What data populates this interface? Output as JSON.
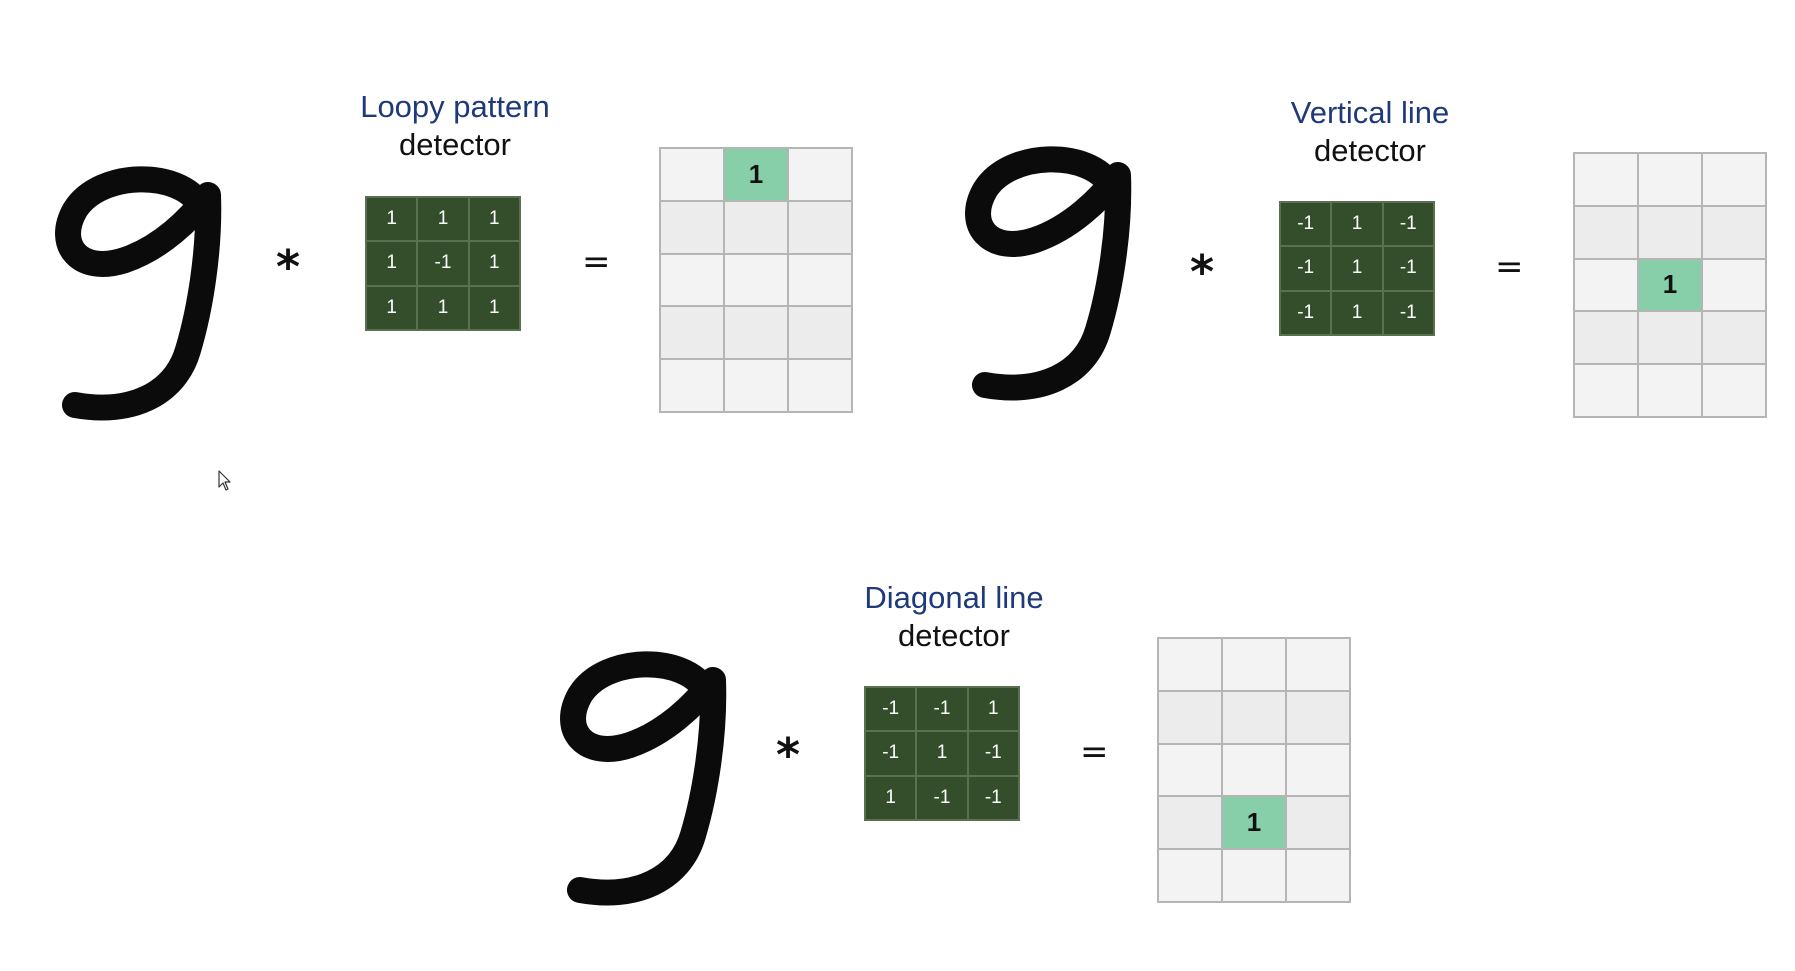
{
  "panels": [
    {
      "title_line1": "Loopy pattern",
      "title_line2": "detector",
      "operator": "*",
      "equals": "=",
      "kernel": [
        "1",
        "1",
        "1",
        "1",
        "-1",
        "1",
        "1",
        "1",
        "1"
      ],
      "result_value": "1",
      "result_active_cell": 1
    },
    {
      "title_line1": "Vertical line",
      "title_line2": "detector",
      "operator": "*",
      "equals": "=",
      "kernel": [
        "-1",
        "1",
        "-1",
        "-1",
        "1",
        "-1",
        "-1",
        "1",
        "-1"
      ],
      "result_value": "1",
      "result_active_cell": 7
    },
    {
      "title_line1": "Diagonal line",
      "title_line2": "detector",
      "operator": "*",
      "equals": "=",
      "kernel": [
        "-1",
        "-1",
        "1",
        "-1",
        "1",
        "-1",
        "1",
        "-1",
        "-1"
      ],
      "result_value": "1",
      "result_active_cell": 10
    }
  ],
  "colors": {
    "title_blue": "#1e3a7a",
    "kernel_green": "#344e2b",
    "hit_green": "#86cfa9",
    "grid_gray": "#f3f3f3"
  },
  "icons": {
    "digit": "handwritten-nine-icon",
    "cursor": "mouse-pointer-icon"
  }
}
